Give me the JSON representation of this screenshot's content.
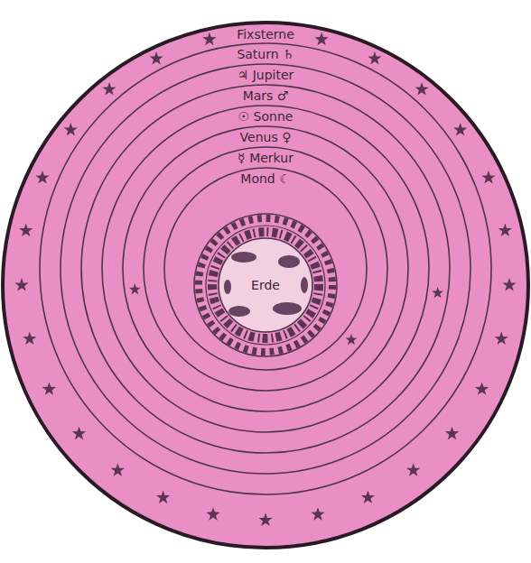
{
  "diagram": {
    "nodes": [
      {
        "text": [
          "Fixsterne"
        ]
      },
      {
        "text": [
          "Saturn ♄"
        ],
        "in": 0
      },
      {
        "text": [
          "♃ Jupiter"
        ],
        "in": 1
      },
      {
        "text": [
          "Mars ♂"
        ],
        "in": 2
      },
      {
        "text": [
          "☉ Sonne"
        ],
        "in": 3
      },
      {
        "text": [
          "Venus ♀"
        ],
        "in": 4
      },
      {
        "text": [
          "☿ Merkur"
        ],
        "in": 5
      },
      {
        "text": [
          "Mond ☾"
        ],
        "in": 6
      },
      {
        "text": [
          "Erde"
        ],
        "in": 7
      }
    ]
  }
}
